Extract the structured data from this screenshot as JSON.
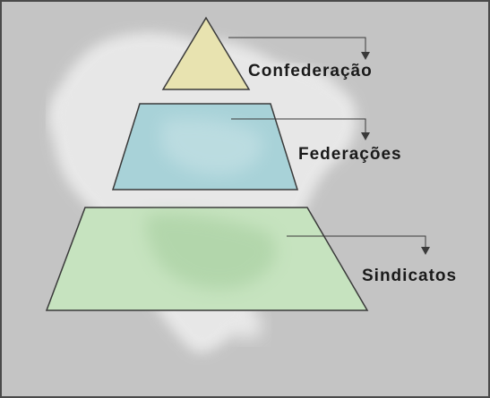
{
  "diagram": {
    "tiers": [
      {
        "id": "confederacao",
        "label": "Confederação",
        "fill": "#e8e3b0"
      },
      {
        "id": "federacoes",
        "label": "Federações",
        "fill": "#a8d2d8"
      },
      {
        "id": "sindicatos",
        "label": "Sindicatos",
        "fill": "#c6e3bf"
      }
    ]
  },
  "colors": {
    "background": "#c4c4c4",
    "border": "#4a4a4a",
    "stroke": "#3a3a3a",
    "map_shadow": "#ebebeb"
  }
}
